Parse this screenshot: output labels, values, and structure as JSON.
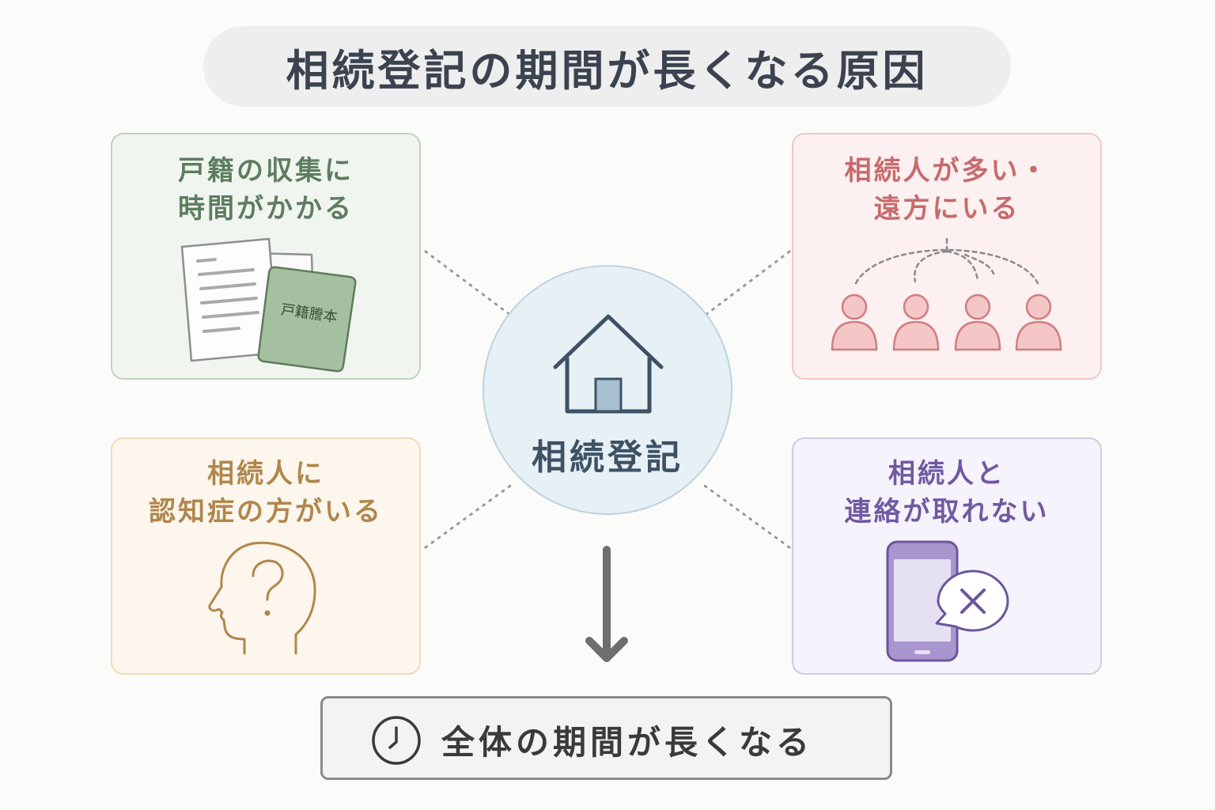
{
  "title": "相続登記の期間が長くなる原因",
  "center": {
    "label": "相続登記"
  },
  "causes": [
    {
      "line1": "戸籍の収集に",
      "line2": "時間がかかる",
      "doc_label": "戸籍謄本"
    },
    {
      "line1": "相続人が多い・",
      "line2": "遠方にいる"
    },
    {
      "line1": "相続人に",
      "line2": "認知症の方がいる"
    },
    {
      "line1": "相続人と",
      "line2": "連絡が取れない"
    }
  ],
  "result": {
    "label": "全体の期間が長くなる"
  },
  "colors": {
    "green": "#5d7d5e",
    "red": "#c76a6d",
    "yellow": "#b1864c",
    "purple": "#7059a2",
    "center": "#3e5266"
  },
  "icons": [
    "house-icon",
    "document-icon",
    "people-icon",
    "head-question-icon",
    "phone-x-icon",
    "clock-icon",
    "arrow-down-icon"
  ]
}
